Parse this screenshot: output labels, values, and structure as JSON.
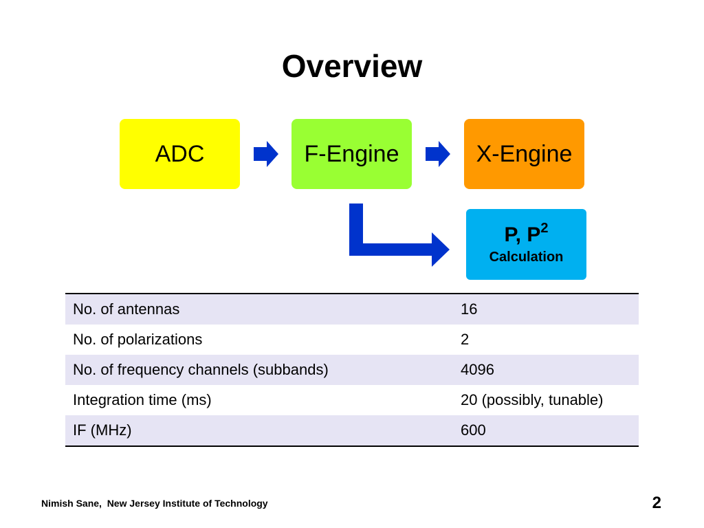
{
  "title": "Overview",
  "pipeline": {
    "adc": {
      "label": "ADC",
      "color": "#ffff00"
    },
    "f_engine": {
      "label": "F-Engine",
      "color": "#99ff33"
    },
    "x_engine": {
      "label": "X-Engine",
      "color": "#ff9900"
    },
    "p_calc": {
      "label": "P, P",
      "superscript": "2",
      "sublabel": "Calculation",
      "color": "#00b0f0"
    },
    "arrow_color": "#0033cc",
    "arrow_icon": "right-arrow"
  },
  "specs": {
    "rows": [
      {
        "label": "No. of antennas",
        "value": "16"
      },
      {
        "label": "No. of polarizations",
        "value": "2"
      },
      {
        "label": "No. of frequency channels (subbands)",
        "value": "4096"
      },
      {
        "label": "Integration time (ms)",
        "value": "20 (possibly, tunable)"
      },
      {
        "label": "IF (MHz)",
        "value": "600"
      }
    ],
    "shade_color": "#e6e4f4"
  },
  "footer": {
    "author": "Nimish Sane,  New Jersey Institute of Technology",
    "page_number": "2"
  }
}
